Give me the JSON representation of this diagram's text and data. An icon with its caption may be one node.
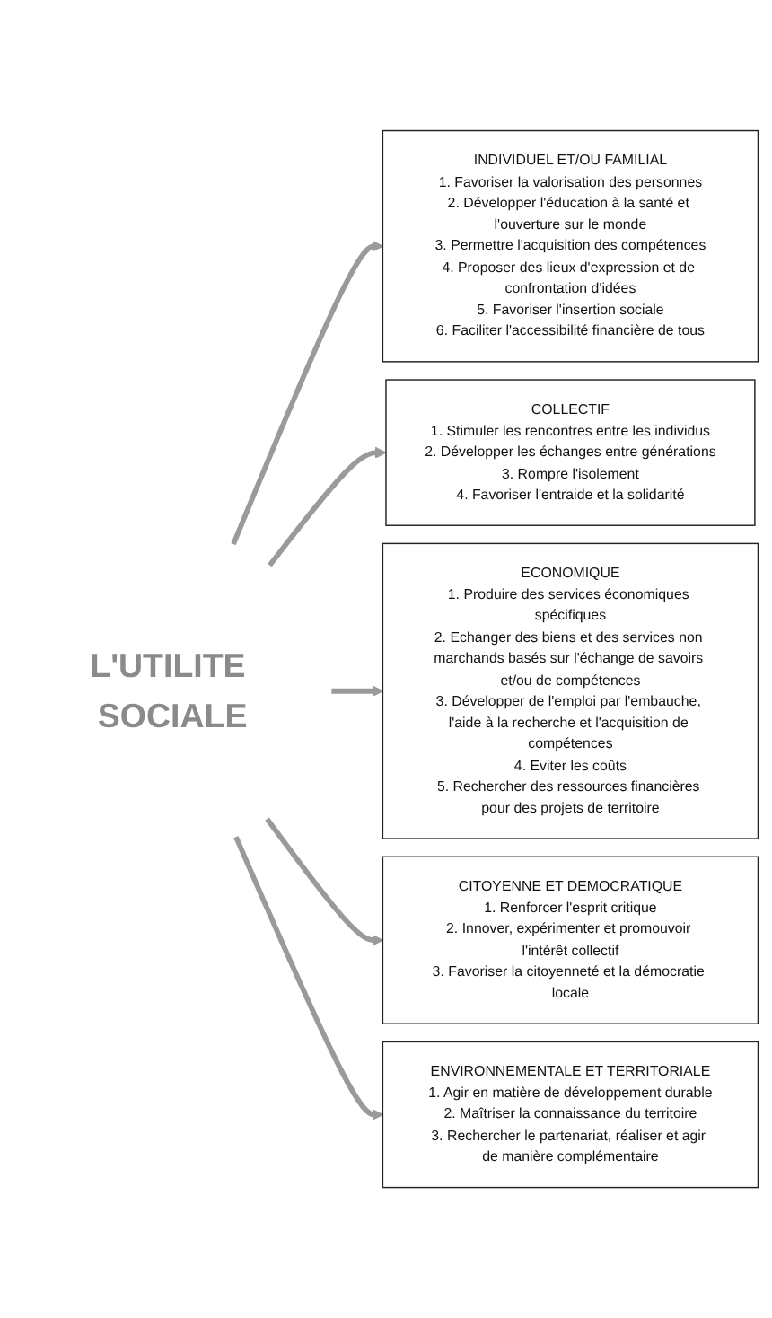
{
  "diagram": {
    "nodes": [
      {
        "text": [
          "L'UTILITE SOCIALE"
        ]
      },
      {
        "text": [
          "INDIVIDUEL ET/OU FAMILIAL",
          "1. Favoriser la valorisation des personnes",
          "2. Développer l'éducation à la santé et l'ouverture sur le monde",
          "3. Permettre l'acquisition des compétences",
          "4. Proposer des lieux d'expression et de confrontation d'idées",
          "5. Favoriser l'insertion sociale",
          "6. Faciliter l'accessibilité financière de tous"
        ]
      },
      {
        "text": [
          "COLLECTIF",
          "1. Stimuler les rencontres entre les individus",
          "2. Développer les échanges entre générations",
          "3. Rompre l'isolement",
          "4. Favoriser l'entraide et la solidarité"
        ]
      },
      {
        "text": [
          "ECONOMIQUE",
          "1. Produire des services économiques spécifiques",
          "2. Echanger des biens et des services non marchands basés sur l'échange de savoirs et/ou de compétences",
          "3. Développer de l'emploi par l'embauche, l'aide à la recherche et l'acquisition de compétences",
          "4. Eviter les coûts",
          "5. Rechercher des ressources financières pour des projets de territoire"
        ]
      },
      {
        "text": [
          "CITOYENNE ET DEMOCRATIQUE",
          "1. Renforcer l'esprit critique",
          "2. Innover, expérimenter et promouvoir l'intérêt collectif",
          "3. Favoriser la citoyenneté et la démocratie locale"
        ]
      },
      {
        "text": [
          "ENVIRONNEMENTALE ET TERRITORIALE",
          "1. Agir en matière de développement durable",
          "2. Maîtriser la connaissance du territoire",
          "3. Rechercher le partenariat, réaliser et agir de manière complémentaire"
        ]
      }
    ],
    "edges": [
      {
        "from": 0,
        "to": 1,
        "arrow": "to"
      },
      {
        "from": 0,
        "to": 2,
        "arrow": "to"
      },
      {
        "from": 0,
        "to": 3,
        "arrow": "to"
      },
      {
        "from": 0,
        "to": 4,
        "arrow": "to"
      },
      {
        "from": 0,
        "to": 5,
        "arrow": "to"
      }
    ]
  }
}
